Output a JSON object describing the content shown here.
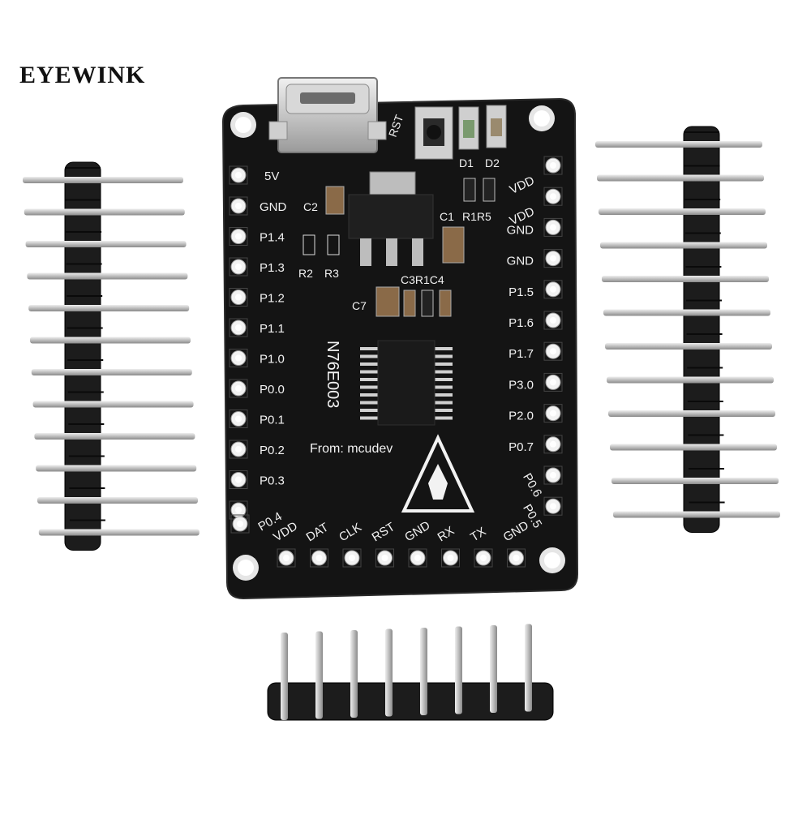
{
  "brand": {
    "name": "EYEWINK"
  },
  "board": {
    "chip": "N76E003",
    "credit": "From: mcudev",
    "power_label": "5V",
    "left_pins": [
      "GND",
      "P1.4",
      "P1.3",
      "P1.2",
      "P1.1",
      "P1.0",
      "P0.0",
      "P0.1",
      "P0.2",
      "P0.3",
      "P0.4"
    ],
    "right_pins": [
      "VDD",
      "VDD",
      "GND",
      "GND",
      "P1.5",
      "P1.6",
      "P1.7",
      "P3.0",
      "P2.0",
      "P0.7",
      "P0.6",
      "P0.5"
    ],
    "bottom_pins": [
      "VDD",
      "DAT",
      "CLK",
      "RST",
      "GND",
      "RX",
      "TX",
      "GND"
    ],
    "components": {
      "rst": "RST",
      "d1": "D1",
      "d2": "D2",
      "c1": "C1",
      "c2": "C2",
      "r1r5": "R1R5",
      "r2": "R2",
      "r3": "R3",
      "c3r1c4": "C3R1C4",
      "c7": "C7"
    }
  },
  "colors": {
    "pcb": "#141414",
    "silk": "#f2f2f2",
    "header_plastic": "#1c1c1c",
    "pin_metal": "#c9c9c9"
  }
}
